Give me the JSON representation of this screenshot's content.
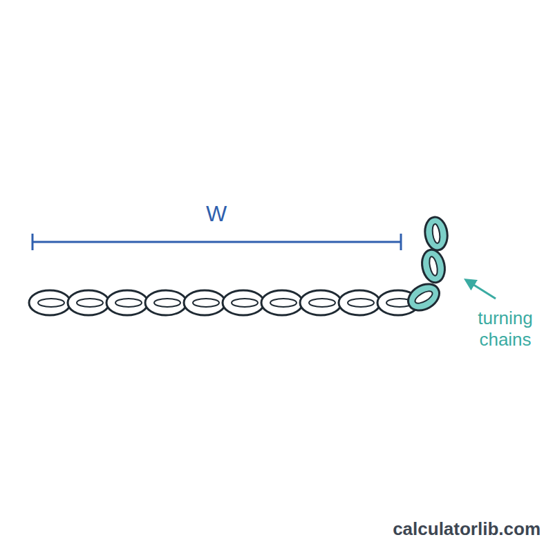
{
  "diagram": {
    "labels": [
      "W",
      "turning chains",
      "calculatorlib.com"
    ]
  }
}
